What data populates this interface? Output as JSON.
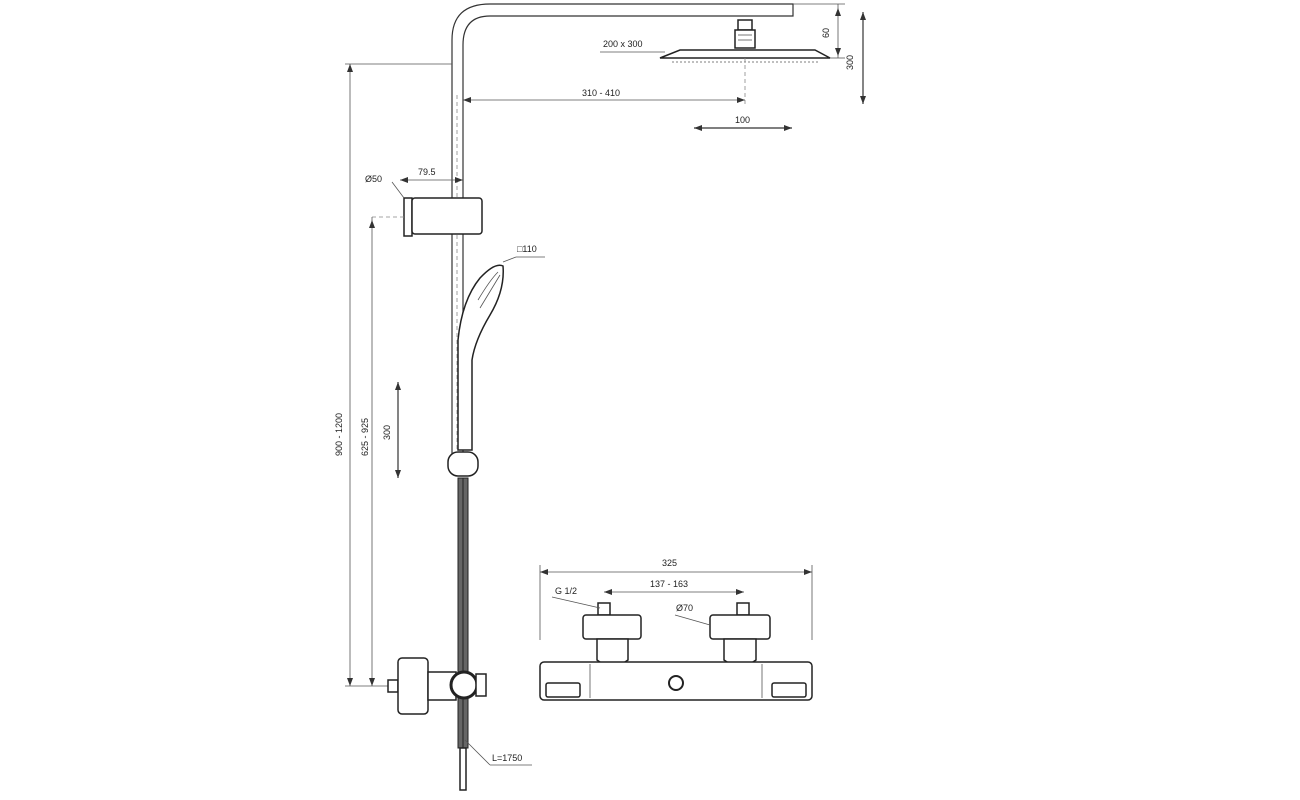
{
  "dimensions": {
    "head_size": "200 x 300",
    "arm_reach": "310 - 410",
    "head_offset": "100",
    "head_drop": "60",
    "head_clearance": "300",
    "holder_diameter": "Ø50",
    "holder_offset": "79.5",
    "hand_shower_size": "□110",
    "slide_range": "300",
    "total_height": "900 - 1200",
    "holder_height": "625 - 925",
    "hose_length": "L=1750",
    "mixer_width": "325",
    "inlet_spacing": "137 - 163",
    "inlet_thread": "G 1/2",
    "escutcheon_diameter": "Ø70"
  },
  "colors": {
    "line": "#333333",
    "background": "#ffffff",
    "hose": "#555555"
  }
}
